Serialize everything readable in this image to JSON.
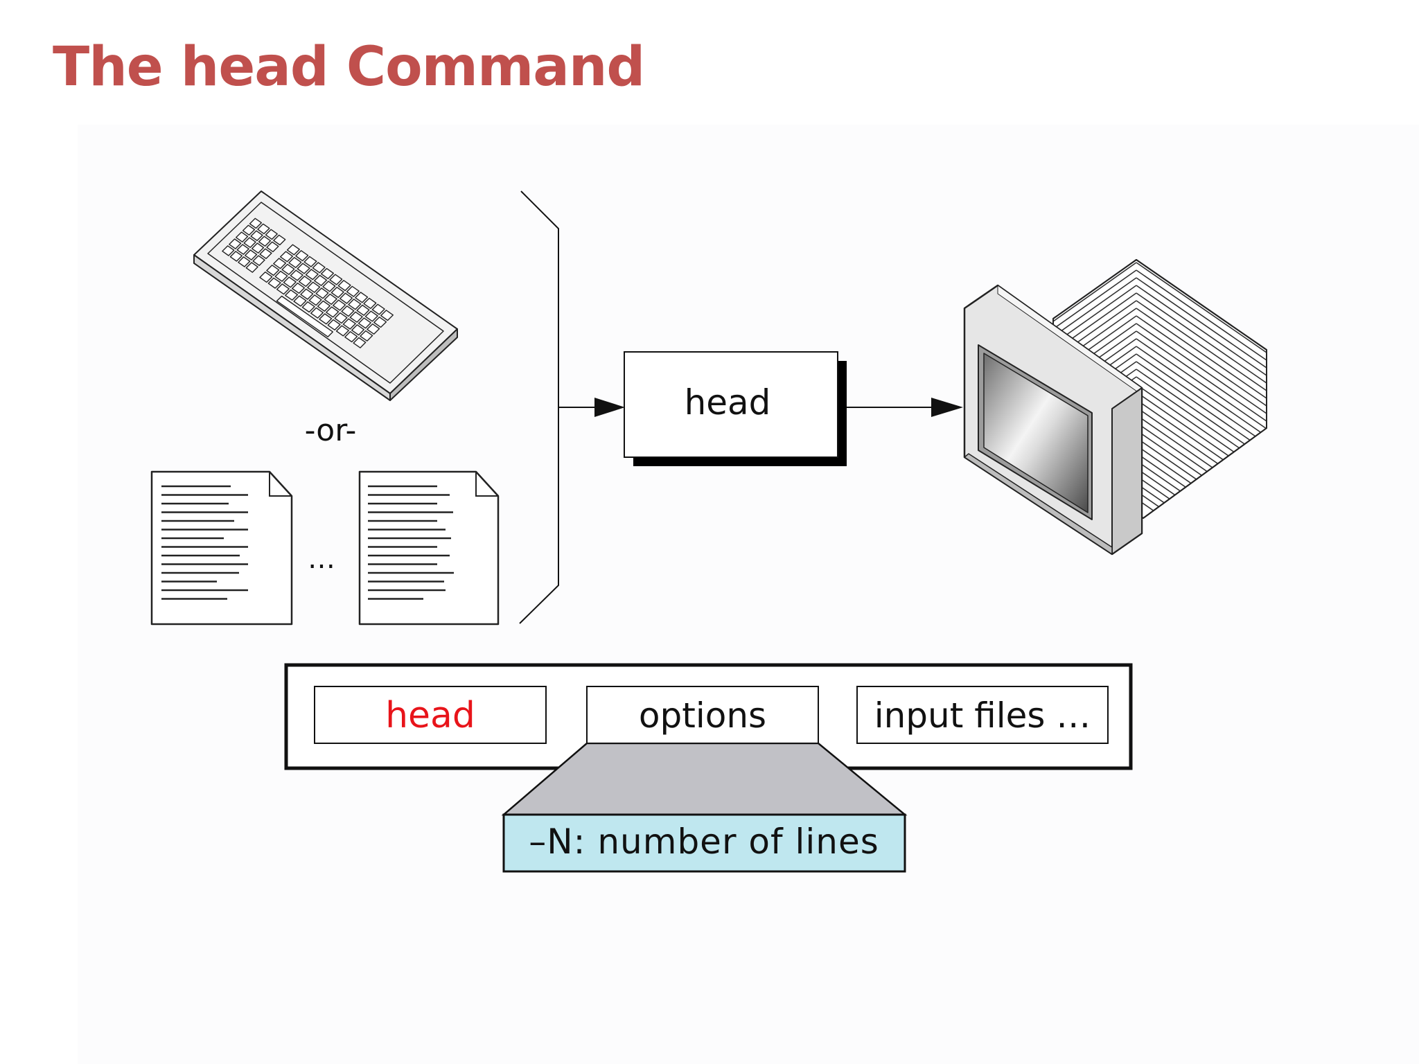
{
  "slide": {
    "title": "The head Command",
    "title_color": "#c0504d"
  },
  "diagram": {
    "or_label": "-or-",
    "ellipsis_label": "…",
    "process_label": "head",
    "input_icons": [
      "keyboard-icon",
      "document-icon",
      "document-icon"
    ],
    "output_icon": "monitor-icon"
  },
  "syntax": {
    "command": "head",
    "command_color": "#e8141a",
    "options": "options",
    "input_files": "input files …",
    "option_detail": "–N: number of lines",
    "option_detail_bg": "#bfe7ef"
  }
}
